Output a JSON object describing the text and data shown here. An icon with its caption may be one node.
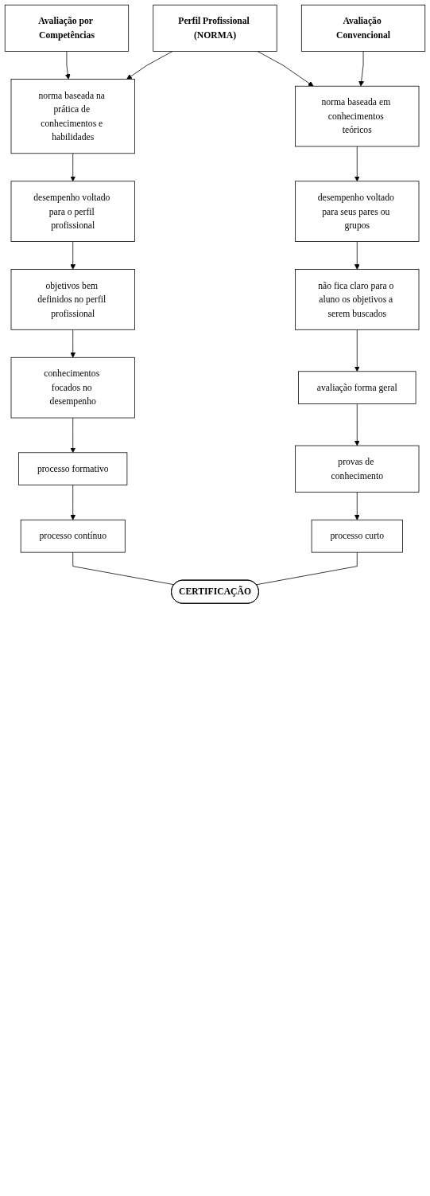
{
  "diagram": {
    "nodes": [
      {
        "text": [
          "Avaliação por Competências"
        ]
      },
      {
        "text": [
          "Avaliação Convencional"
        ]
      },
      {
        "text": [
          "Perfil Profissional (NORMA)"
        ]
      },
      {
        "text": [
          "norma baseada na prática de conhecimentos e habilidades"
        ]
      },
      {
        "text": [
          "norma baseada em conhecimentos teóricos"
        ]
      },
      {
        "text": [
          "desempenho voltado para o perfil profissional"
        ]
      },
      {
        "text": [
          "desempenho voltado para seus pares ou grupos"
        ]
      },
      {
        "text": [
          "objetivos bem definidos no perfil profissional"
        ]
      },
      {
        "text": [
          "não fica claro para o aluno os objetivos a serem buscados"
        ]
      },
      {
        "text": [
          "conhecimentos focados no desempenho"
        ]
      },
      {
        "text": [
          "avaliação forma geral"
        ]
      },
      {
        "text": [
          "processo formativo"
        ]
      },
      {
        "text": [
          "provas de conhecimento"
        ]
      },
      {
        "text": [
          "processo contínuo"
        ]
      },
      {
        "text": [
          "processo curto"
        ]
      },
      {
        "text": [
          "CERTIFICAÇÃO"
        ]
      }
    ],
    "edges": [
      {
        "from": 0,
        "to": 3,
        "arrow": "to"
      },
      {
        "from": 2,
        "to": 3,
        "arrow": "to"
      },
      {
        "from": 1,
        "to": 4,
        "arrow": "to"
      },
      {
        "from": 2,
        "to": 4,
        "arrow": "to"
      },
      {
        "from": 3,
        "to": 5,
        "arrow": "to"
      },
      {
        "from": 5,
        "to": 7,
        "arrow": "to"
      },
      {
        "from": 7,
        "to": 9,
        "arrow": "to"
      },
      {
        "from": 9,
        "to": 11,
        "arrow": "to"
      },
      {
        "from": 11,
        "to": 13,
        "arrow": "to"
      },
      {
        "from": 4,
        "to": 6,
        "arrow": "to"
      },
      {
        "from": 6,
        "to": 8,
        "arrow": "to"
      },
      {
        "from": 8,
        "to": 10,
        "arrow": "to"
      },
      {
        "from": 10,
        "to": 12,
        "arrow": "to"
      },
      {
        "from": 12,
        "to": 14,
        "arrow": "to"
      },
      {
        "from": 13,
        "to": 15,
        "arrow": "none"
      },
      {
        "from": 14,
        "to": 15,
        "arrow": "none"
      }
    ]
  }
}
